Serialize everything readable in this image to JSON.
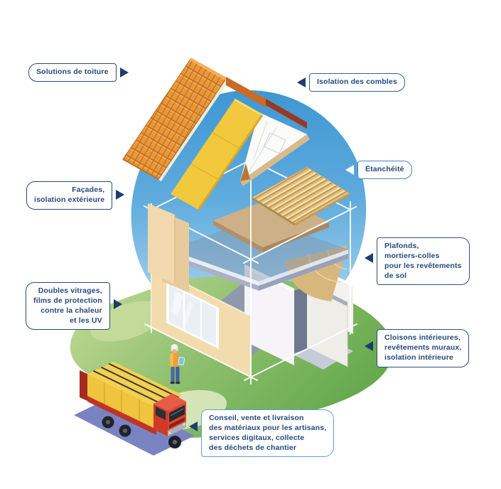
{
  "diagram": {
    "labels": {
      "solutions_toiture": {
        "text": "Solutions de toiture",
        "arrow_side": "right",
        "border_color": "#264a73"
      },
      "isolation_combles": {
        "text": "Isolation des combles",
        "arrow_side": "left",
        "border_color": "#35648f"
      },
      "etancheite": {
        "text": "Étanchéité",
        "arrow_side": "left",
        "border_color": "#3f86c0"
      },
      "facades": {
        "text": "Façades,\nisolation extérieure",
        "arrow_side": "right",
        "border_color": "#264a73"
      },
      "plafonds": {
        "text": "Plafonds,\nmortiers-colles\npour les revêtements\nde sol",
        "arrow_side": "left",
        "border_color": "#2a5080"
      },
      "doubles_vitrages": {
        "text": "Doubles vitrages,\nfilms de protection\ncontre la chaleur\net les UV",
        "arrow_side": "right",
        "border_color": "#264a73"
      },
      "cloisons": {
        "text": "Cloisons intérieures,\nrevêtements muraux,\nisolation intérieure",
        "arrow_side": "left",
        "border_color": "#2a5080"
      },
      "conseil": {
        "text": "Conseil, vente et livraison\ndes matériaux pour les artisans,\nservices digitaux, collecte\ndes déchets de chantier",
        "arrow_side": "left",
        "border_color": "#5fa0d0"
      }
    },
    "colors": {
      "label_text": "#25497c",
      "arrow_dark": "#1d3d6b",
      "arrow_white": "#ffffff",
      "sky_blob": "#4aa0d6",
      "grass_green": "#74b258",
      "roof_tiles_orange": "#e8973a",
      "insulation_yellow": "#f2c83d",
      "membrane_tan": "#e2bf7e",
      "facade_cream": "#f2dcae",
      "slab_gray": "#8aa0b5",
      "truck_red": "#d23a28",
      "cargo_yellow": "#f4d04b"
    }
  }
}
